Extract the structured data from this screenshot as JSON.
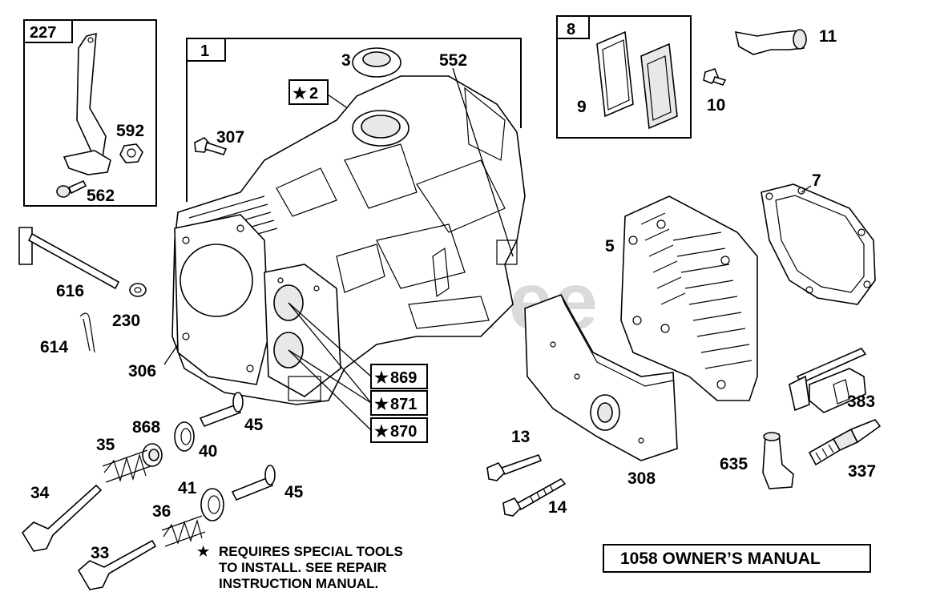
{
  "watermark": "PartsTree",
  "parts": {
    "p227": "227",
    "p1": "1",
    "p3": "3",
    "p552": "552",
    "p2": "2",
    "p307": "307",
    "p592": "592",
    "p562": "562",
    "p8": "8",
    "p9": "9",
    "p11": "11",
    "p10": "10",
    "p7": "7",
    "p5": "5",
    "p616": "616",
    "p230": "230",
    "p614": "614",
    "p306": "306",
    "p869": "869",
    "p871": "871",
    "p870": "870",
    "p868": "868",
    "p45a": "45",
    "p35": "35",
    "p40": "40",
    "p34": "34",
    "p41": "41",
    "p45b": "45",
    "p36": "36",
    "p33": "33",
    "p13": "13",
    "p14": "14",
    "p308": "308",
    "p383": "383",
    "p635": "635",
    "p337": "337"
  },
  "star": "★",
  "note": {
    "line1": "REQUIRES SPECIAL TOOLS",
    "line2": "TO INSTALL.  SEE REPAIR",
    "line3": "INSTRUCTION MANUAL."
  },
  "manual_label": "1058 OWNER’S MANUAL"
}
